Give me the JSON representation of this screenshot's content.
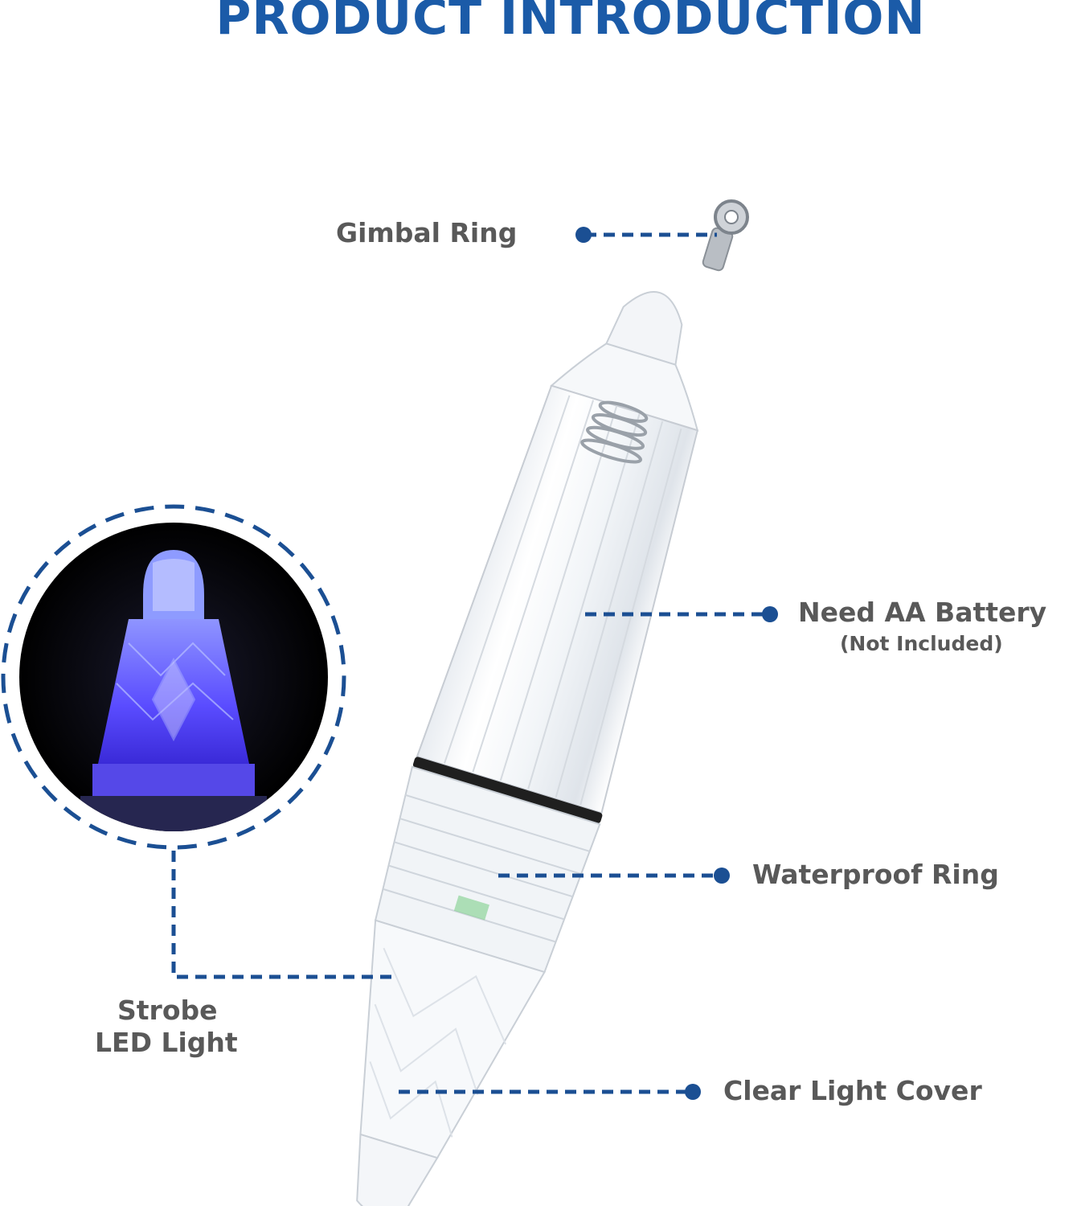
{
  "title": "PRODUCT INTRODUCTION",
  "labels": {
    "gimbal_ring": "Gimbal Ring",
    "battery": "Need AA Battery",
    "battery_note": "(Not Included)",
    "waterproof_ring": "Waterproof Ring",
    "strobe_line1": "Strobe",
    "strobe_line2": "LED Light",
    "clear_cover": "Clear Light Cover"
  },
  "colors": {
    "title": "#1b5ba8",
    "leader": "#1b4f93",
    "label": "#595959",
    "led_glow": "#5a4cff"
  },
  "icons": [
    "ring-eye-icon",
    "led-inset-icon"
  ]
}
